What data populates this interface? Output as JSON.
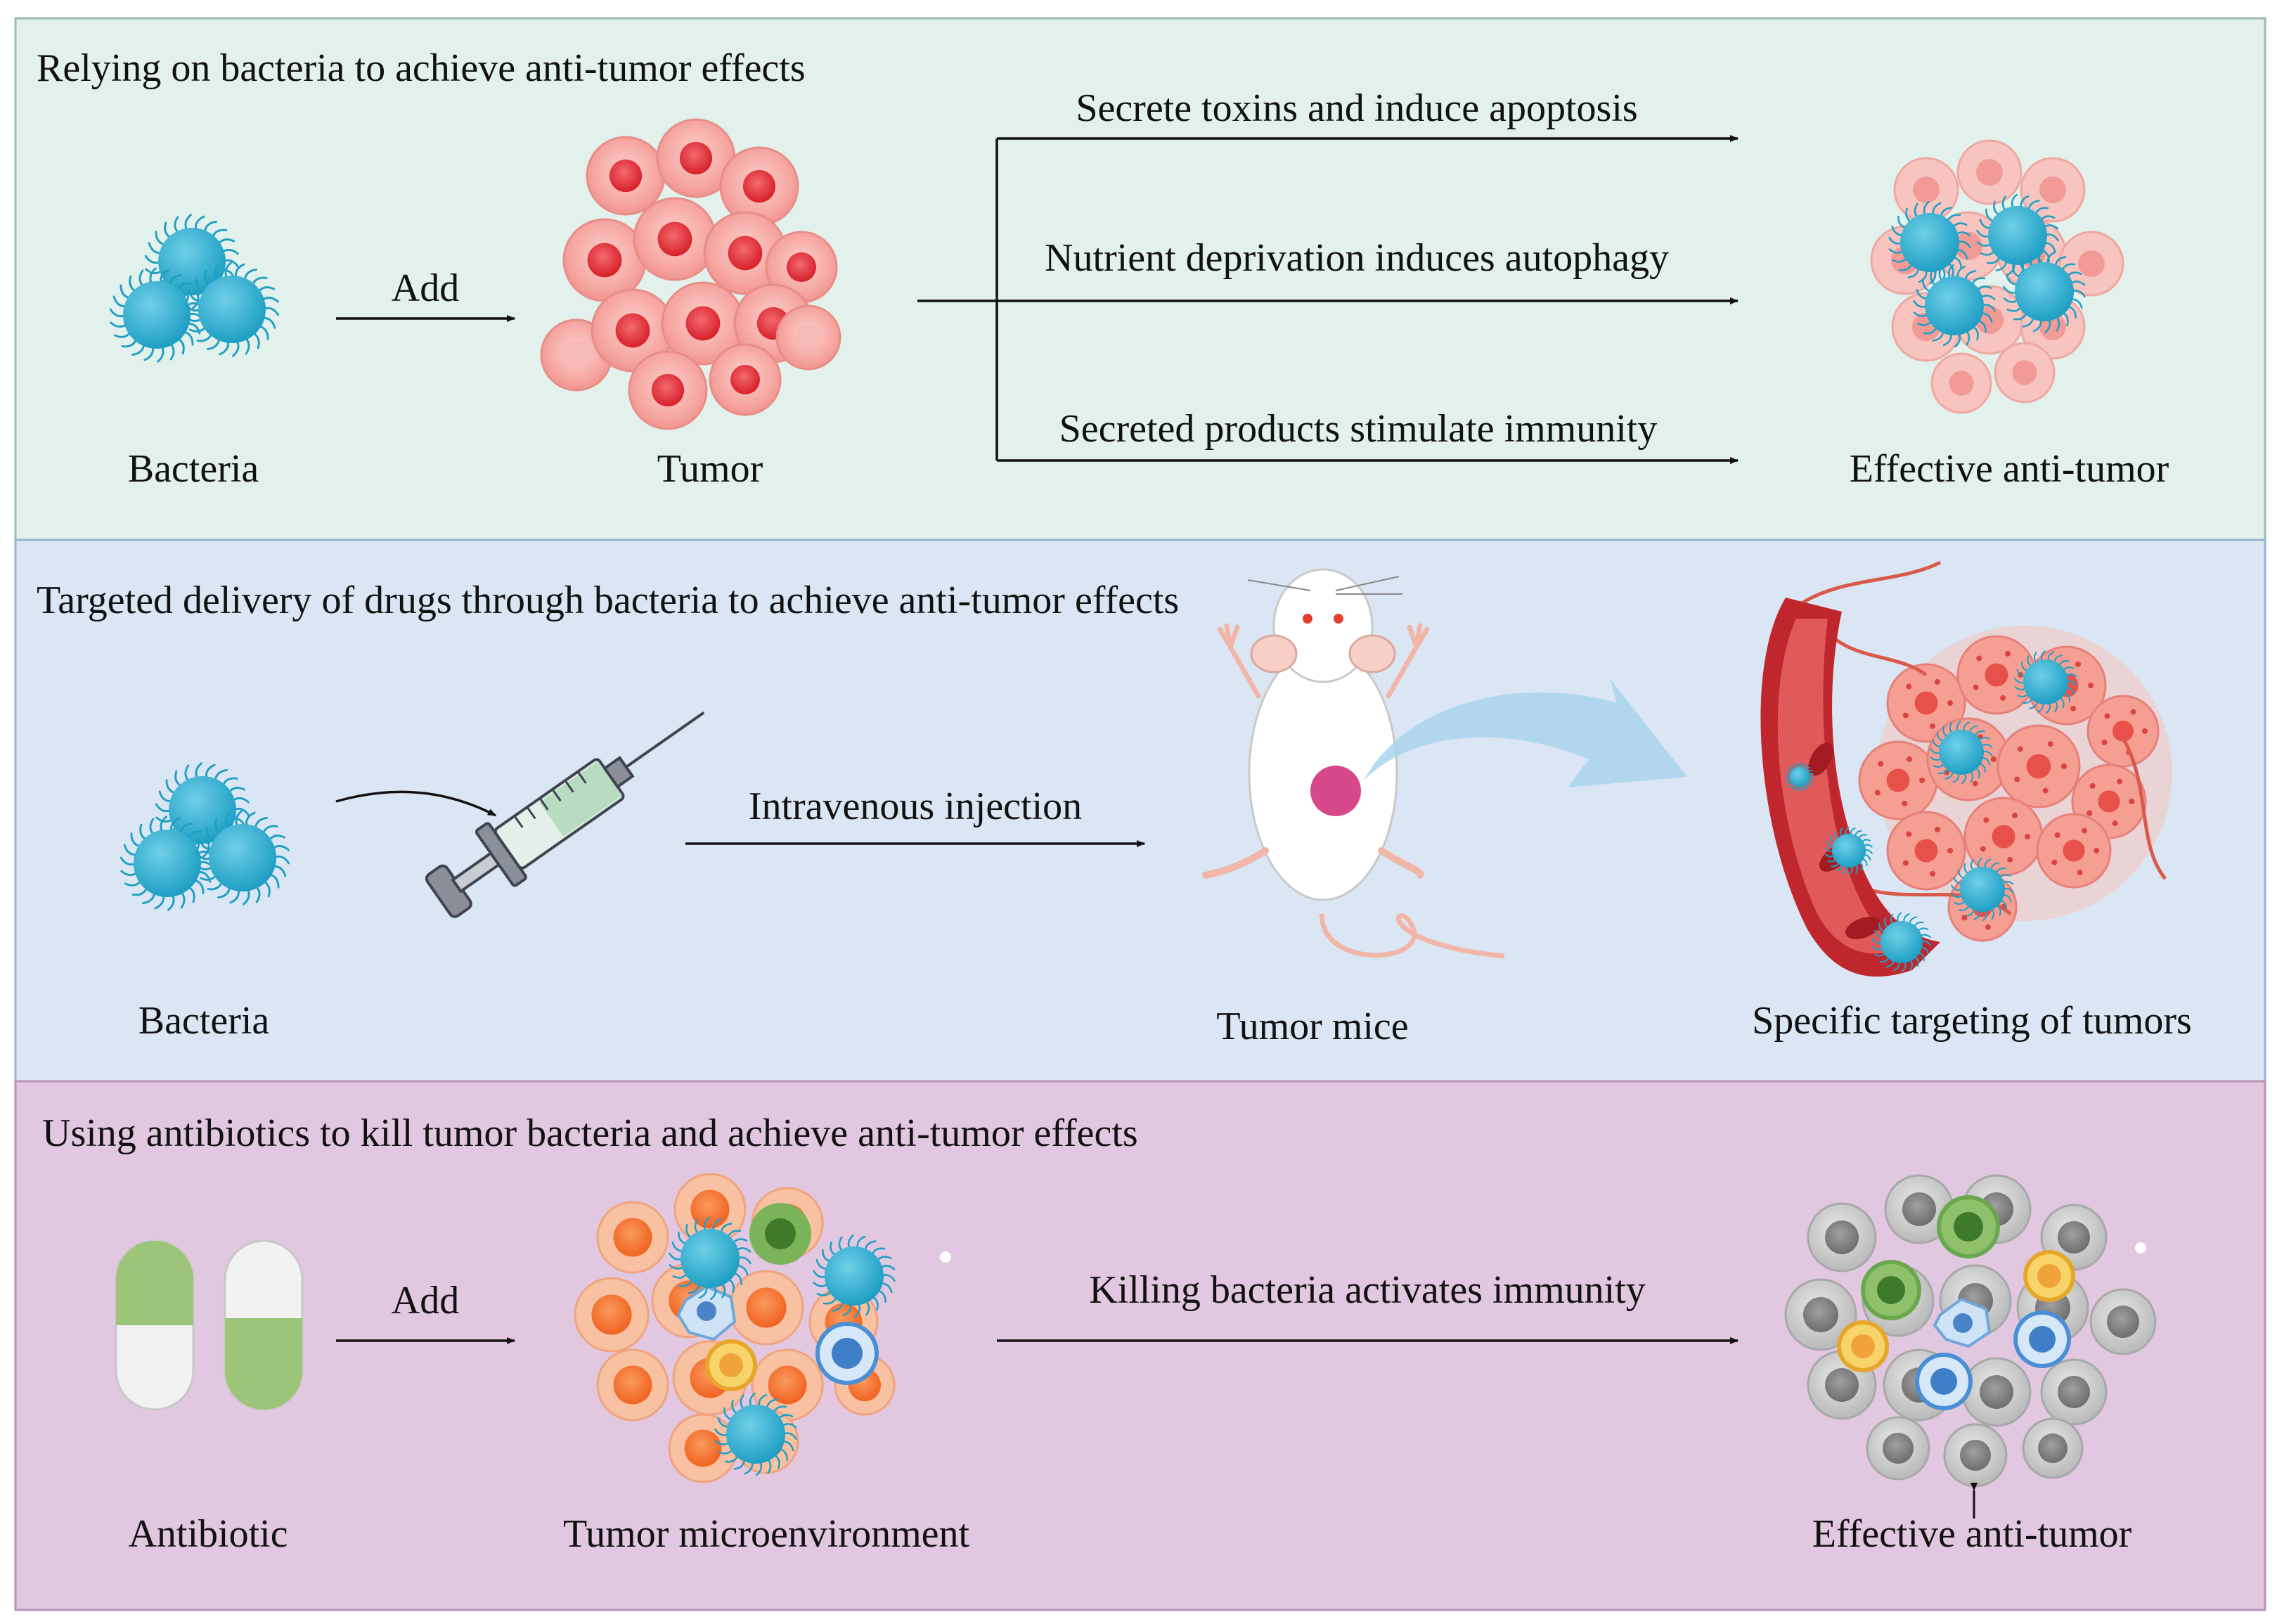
{
  "colors": {
    "panel1_bg": "#e3f1ec",
    "panel2_bg": "#dae6f3",
    "panel3_bg": "#e1c7e0",
    "bacteria": "#3bb3d2",
    "tumor": "#f07d7d",
    "tumor_nucleus": "#e8343d",
    "tme_cell": "#f7733a",
    "grey_cell": "#a9a9a9",
    "green_cell": "#6aa84f",
    "yellow_cell": "#f4b830",
    "blue_cell": "#4a8fd6",
    "pill_green": "#9cc57a",
    "blood": "#c0272d"
  },
  "panels": [
    {
      "title": "Relying on bacteria to achieve anti-tumor effects",
      "bacteria_label": "Bacteria",
      "add_label": "Add",
      "tumor_label": "Tumor",
      "pathways": [
        "Secrete toxins and induce apoptosis",
        "Nutrient deprivation induces autophagy",
        "Secreted products stimulate immunity"
      ],
      "result_label": "Effective anti-tumor"
    },
    {
      "title": "Targeted delivery of drugs through bacteria to achieve anti-tumor effects",
      "bacteria_label": "Bacteria",
      "injection_label": "Intravenous injection",
      "mice_label": "Tumor mice",
      "result_label": "Specific targeting of tumors"
    },
    {
      "title": "Using antibiotics to kill tumor bacteria and achieve anti-tumor effects",
      "antibiotic_label": "Antibiotic",
      "add_label": "Add",
      "tme_label": "Tumor microenvironment",
      "kill_label": "Killing bacteria activates immunity",
      "result_label": "Effective anti-tumor"
    }
  ]
}
